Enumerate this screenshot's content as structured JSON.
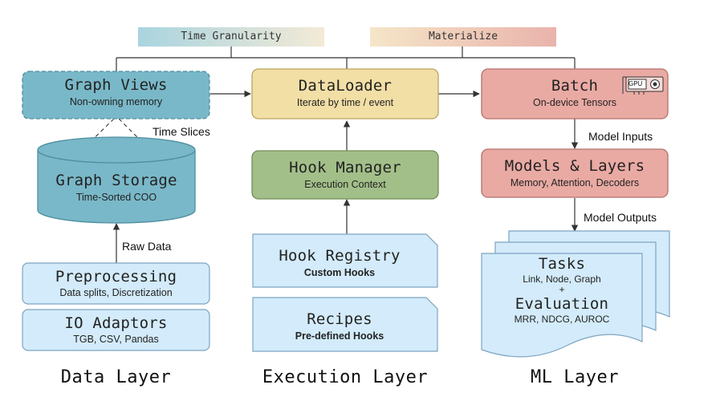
{
  "top": {
    "time_granularity": "Time Granularity",
    "materialize": "Materialize"
  },
  "data_layer": {
    "graph_views": {
      "title": "Graph Views",
      "subtitle": "Non-owning memory"
    },
    "time_slices": "Time Slices",
    "graph_storage": {
      "title": "Graph Storage",
      "subtitle": "Time-Sorted COO"
    },
    "raw_data": "Raw Data",
    "preprocessing": {
      "title": "Preprocessing",
      "subtitle": "Data splits, Discretization"
    },
    "io_adaptors": {
      "title": "IO Adaptors",
      "subtitle": "TGB, CSV, Pandas"
    },
    "label": "Data Layer"
  },
  "execution_layer": {
    "dataloader": {
      "title": "DataLoader",
      "subtitle": "Iterate by time / event"
    },
    "hook_manager": {
      "title": "Hook Manager",
      "subtitle": "Execution Context"
    },
    "hook_registry": {
      "title": "Hook Registry",
      "subtitle": "Custom Hooks"
    },
    "recipes": {
      "title": "Recipes",
      "subtitle": "Pre-defined Hooks"
    },
    "label": "Execution Layer"
  },
  "ml_layer": {
    "batch": {
      "title": "Batch",
      "subtitle": "On-device Tensors",
      "gpu_badge": "GPU"
    },
    "model_inputs": "Model Inputs",
    "models_layers": {
      "title": "Models & Layers",
      "subtitle": "Memory, Attention, Decoders"
    },
    "model_outputs": "Model Outputs",
    "tasks": {
      "title": "Tasks",
      "subtitle": "Link, Node, Graph",
      "plus": "+"
    },
    "evaluation": {
      "title": "Evaluation",
      "subtitle": "MRR, NDCG, AUROC"
    },
    "label": "ML Layer"
  },
  "colors": {
    "blue": "#79b8c8",
    "blue_stroke": "#4e8ea0",
    "yellow": "#f2dfa6",
    "yellow_stroke": "#b9a35f",
    "pink": "#eaaaa4",
    "pink_stroke": "#b3716a",
    "green": "#a3bf89",
    "green_stroke": "#6f8d58",
    "light_blue": "#d3ebfa",
    "light_blue_stroke": "#7ea4c0"
  },
  "icons": {
    "gpu": "gpu-card-icon",
    "arrow": "arrow-head-icon"
  }
}
